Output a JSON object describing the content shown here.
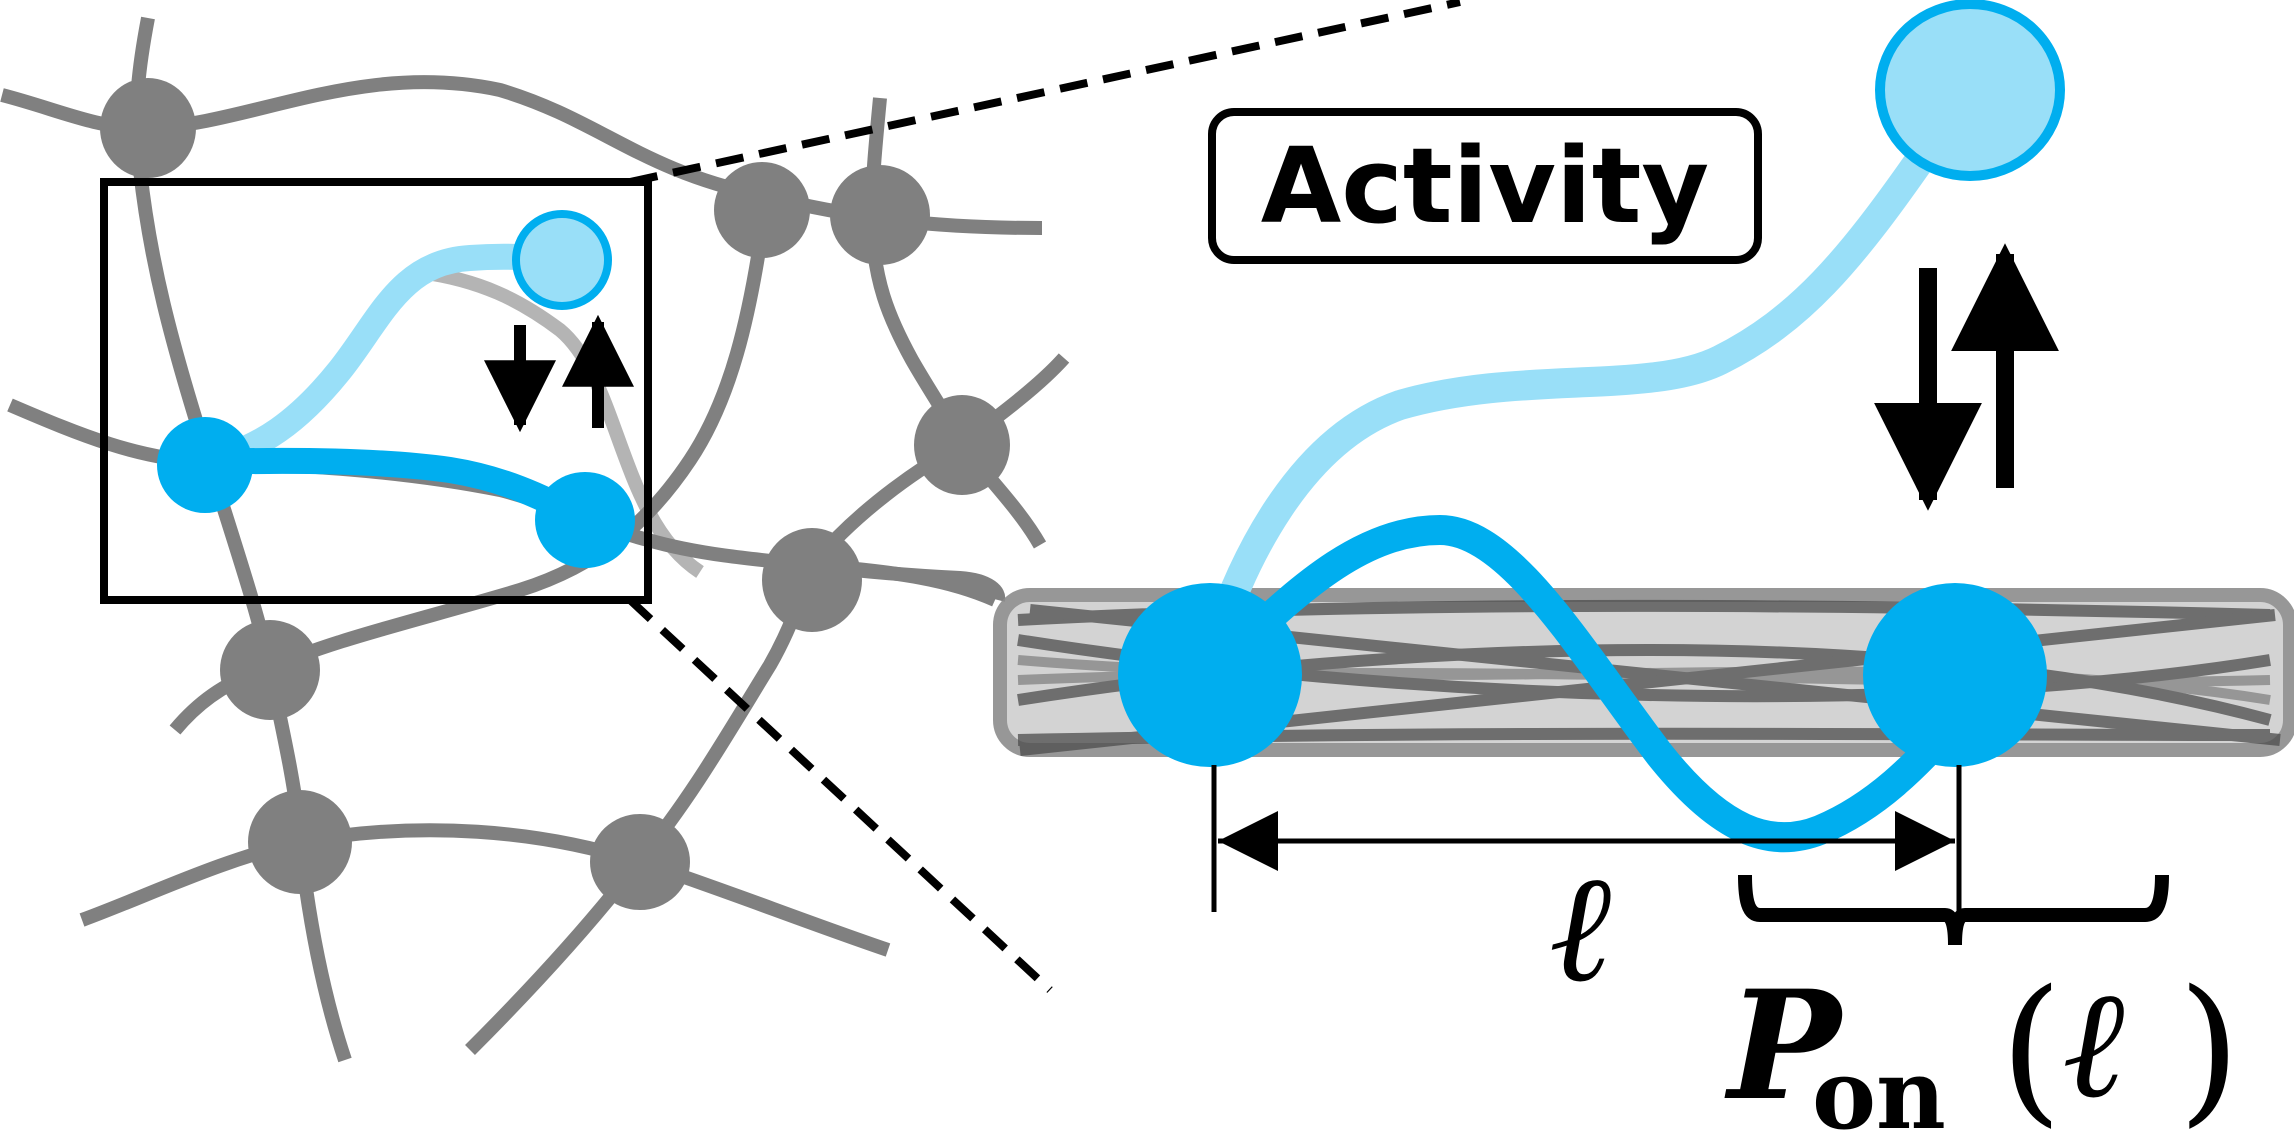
{
  "diagram": {
    "activity_label": "Activity",
    "length_symbol": "ℓ",
    "probability": {
      "symbol": "P",
      "subscript": "on",
      "open_paren": "(",
      "argument": "ℓ",
      "close_paren": ")"
    },
    "colors": {
      "network_fiber": "#808080",
      "network_node": "#808080",
      "light_fiber": "#b4b4b4",
      "active_blue": "#00aeef",
      "inactive_blue": "#99dff8",
      "bundle_fill": "#d9d9d9",
      "bundle_stroke": "#8c8c8c",
      "ink": "#000000"
    }
  }
}
